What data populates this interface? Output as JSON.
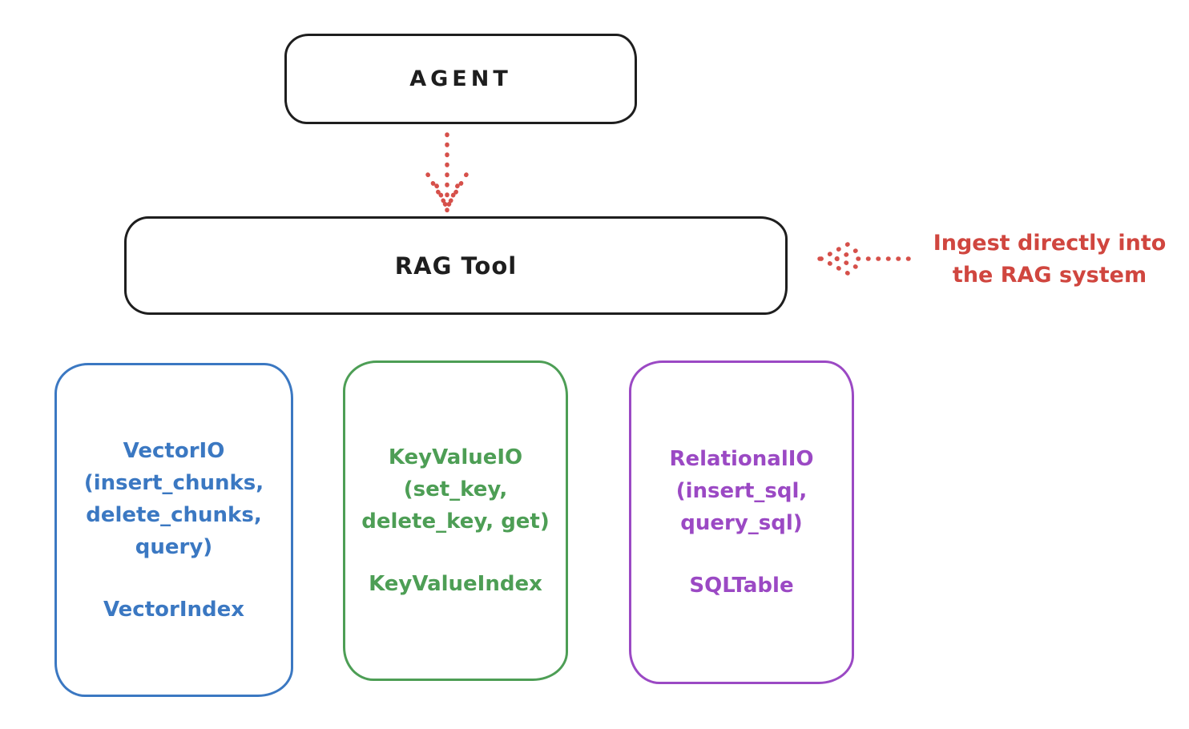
{
  "agent_box": {
    "label": "AGENT",
    "border_color": "#1e1e1e"
  },
  "rag_tool_box": {
    "label": "RAG Tool",
    "border_color": "#1e1e1e"
  },
  "flow_arrow": {
    "icon": "dotted-arrow-down-icon",
    "color": "#d6504a"
  },
  "annotation": {
    "line1": "Ingest directly into",
    "line2": "the RAG system",
    "arrow_icon": "dotted-arrow-left-icon",
    "color": "#d0463f"
  },
  "storage_boxes": [
    {
      "name": "vector-io",
      "color": "#3b78c2",
      "lines": [
        "VectorIO",
        "(insert_chunks,",
        "delete_chunks,",
        "query)"
      ],
      "index_label": "VectorIndex"
    },
    {
      "name": "key-value-io",
      "color": "#4d9e55",
      "lines": [
        "KeyValueIO",
        "(set_key,",
        "delete_key, get)"
      ],
      "index_label": "KeyValueIndex"
    },
    {
      "name": "relational-io",
      "color": "#9b49c4",
      "lines": [
        "RelationalIO",
        "(insert_sql,",
        "query_sql)"
      ],
      "index_label": "SQLTable"
    }
  ]
}
